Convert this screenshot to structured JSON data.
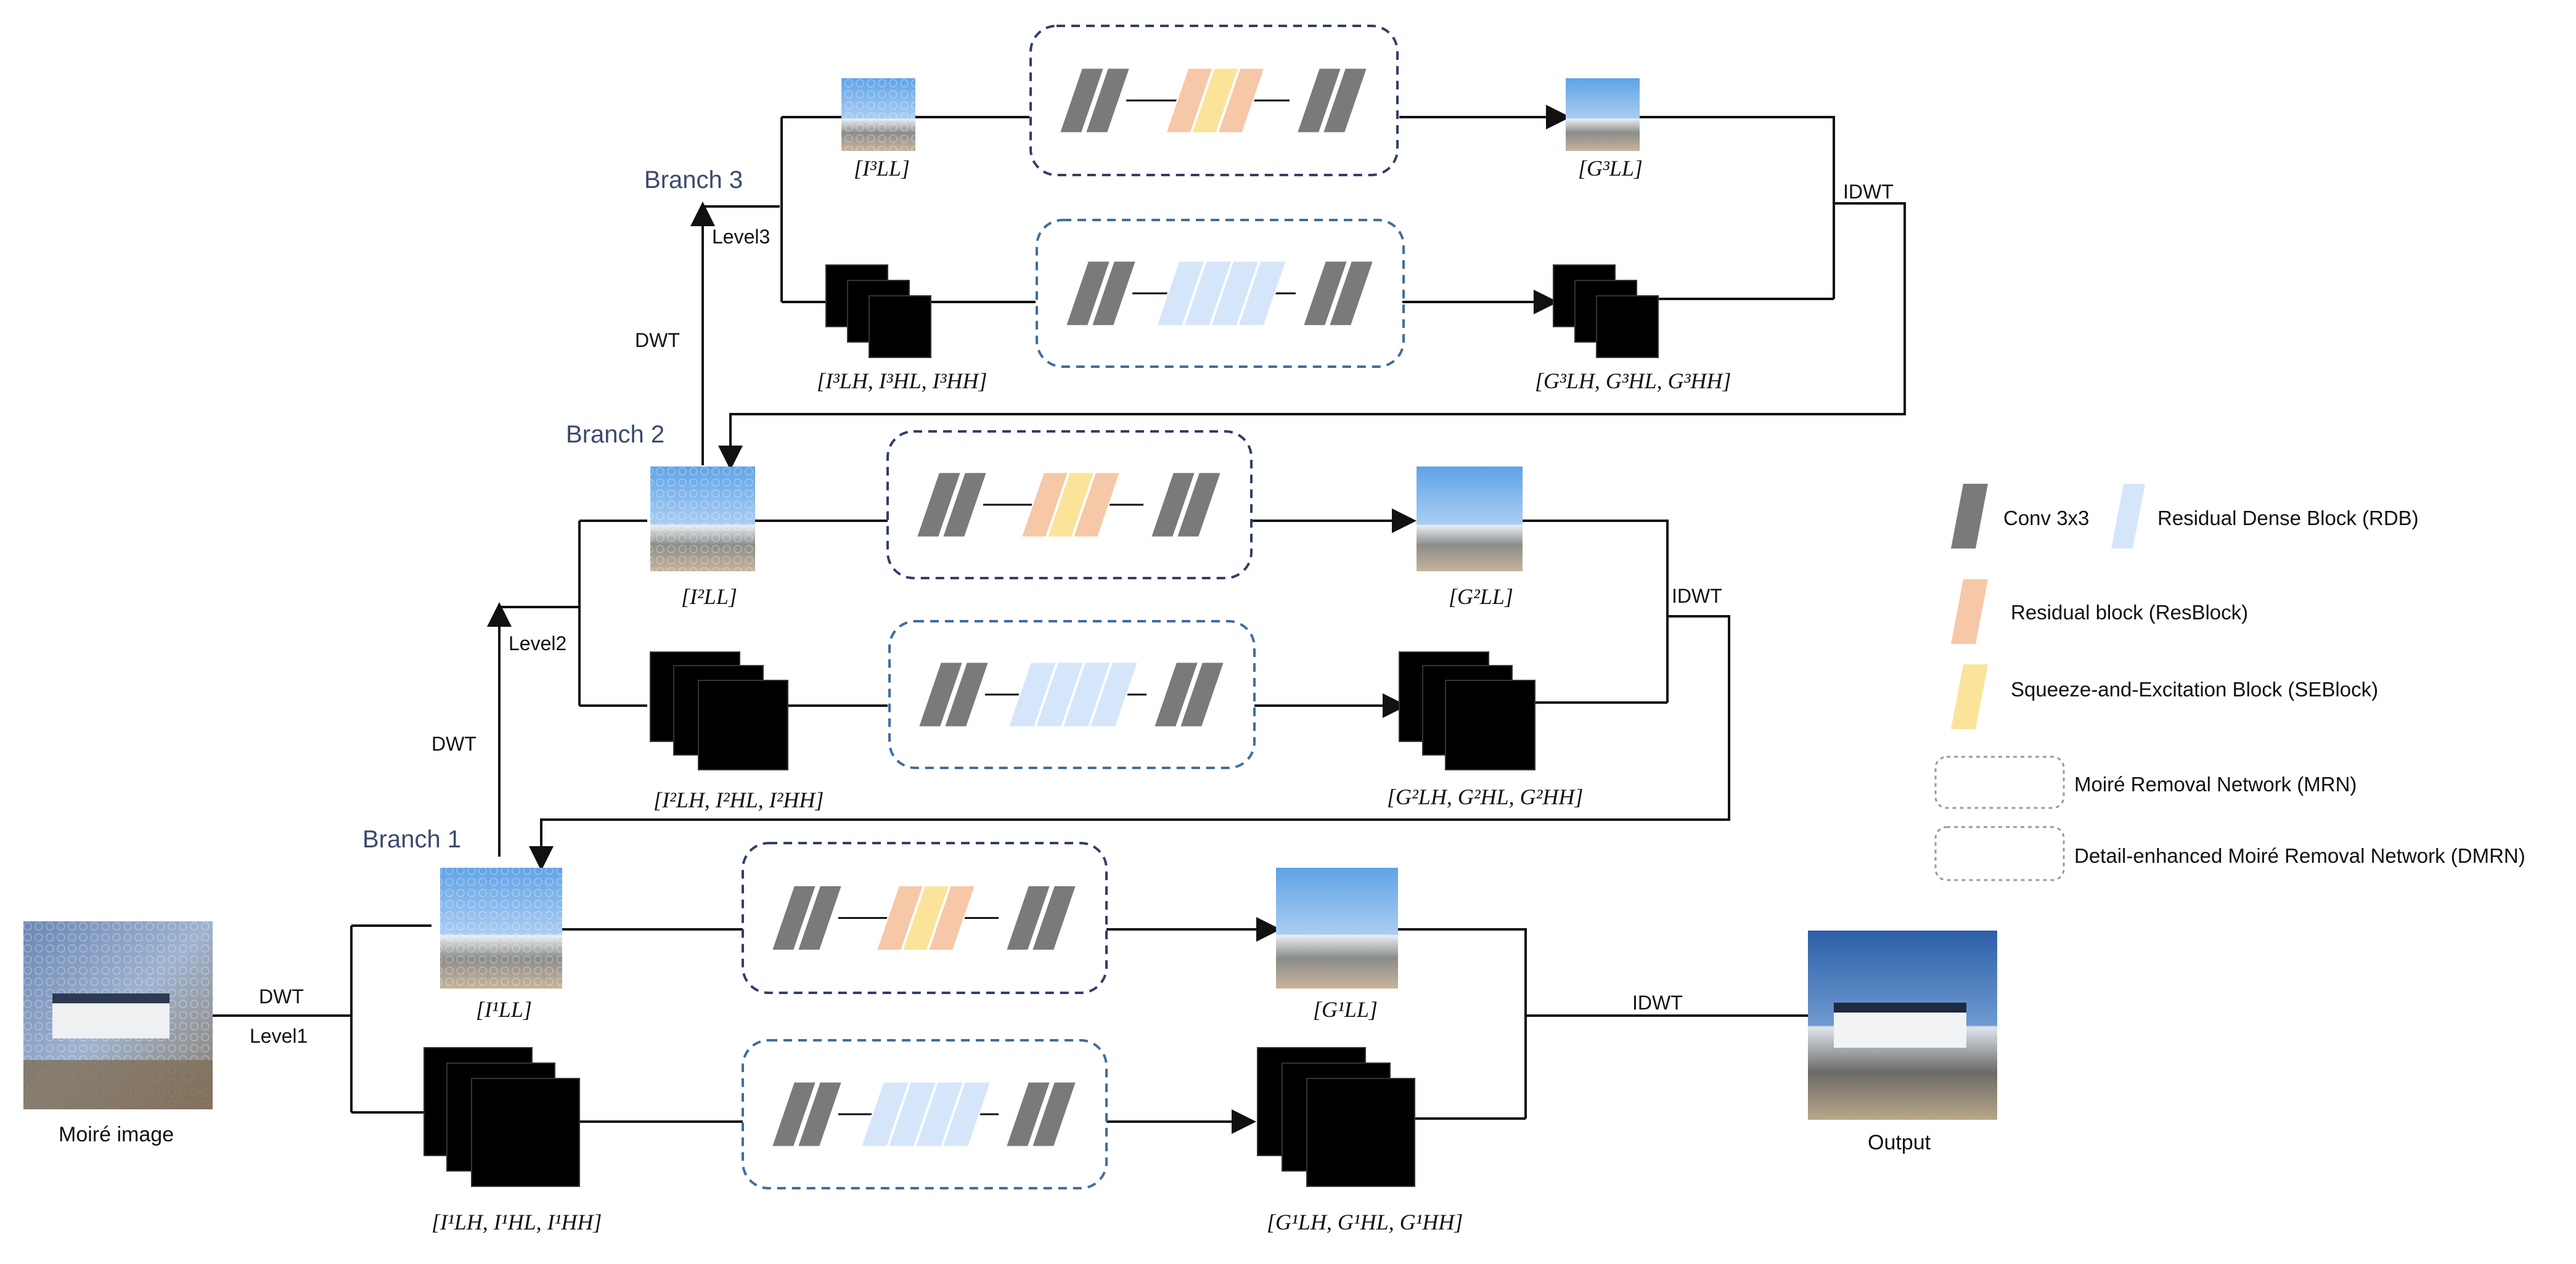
{
  "branches": {
    "branch3": "Branch 3",
    "branch2": "Branch 2",
    "branch1": "Branch 1"
  },
  "operations": {
    "dwt": "DWT",
    "idwt": "IDWT",
    "level1": "Level1",
    "level2": "Level2",
    "level3": "Level3"
  },
  "images": {
    "input_label": "Moiré image",
    "output_label": "Output"
  },
  "captions": {
    "b3_low_in": "[I³LL]",
    "b3_high_in": "[I³LH, I³HL, I³HH]",
    "b3_low_out": "[G³LL]",
    "b3_high_out": "[G³LH, G³HL, G³HH]",
    "b2_low_in": "[I²LL]",
    "b2_high_in": "[I²LH, I²HL, I²HH]",
    "b2_low_out": "[G²LL]",
    "b2_high_out": "[G²LH, G²HL, G²HH]",
    "b1_low_in": "[I¹LL]",
    "b1_high_in": "[I¹LH, I¹HL, I¹HH]",
    "b1_low_out": "[G¹LL]",
    "b1_high_out": "[G¹LH, G¹HL, G¹HH]"
  },
  "legend": {
    "conv": "Conv 3x3",
    "rdb": "Residual Dense Block (RDB)",
    "resblock": "Residual block (ResBlock)",
    "seblock": "Squeeze-and-Excitation Block (SEBlock)",
    "mrn": "Moiré Removal Network (MRN)",
    "dmrn": "Detail-enhanced Moiré Removal Network (DMRN)"
  },
  "colors": {
    "conv": "#7a7a7a",
    "rdb": "#d6e6fa",
    "resblock": "#f6c8a8",
    "seblock": "#fbe49a",
    "mrn_border": "#2f3f66",
    "dmrn_border": "#3f6e9e",
    "legend_border": "#9a9a9a",
    "branch_label": "#3a4a6b"
  }
}
